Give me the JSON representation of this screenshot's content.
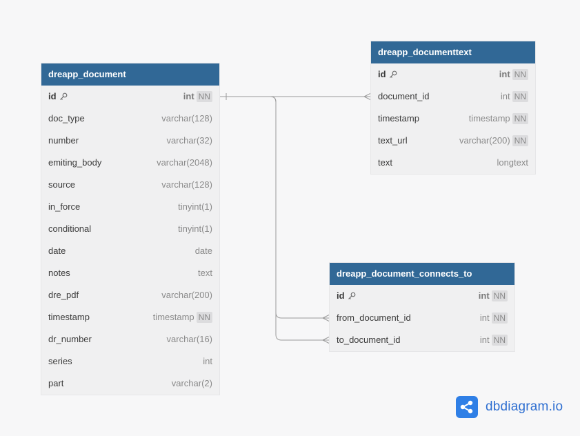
{
  "tables": [
    {
      "id": "dreapp_document",
      "title": "dreapp_document",
      "columns": [
        {
          "name": "id",
          "type": "int",
          "pk": true,
          "nn": "NN"
        },
        {
          "name": "doc_type",
          "type": "varchar(128)"
        },
        {
          "name": "number",
          "type": "varchar(32)"
        },
        {
          "name": "emiting_body",
          "type": "varchar(2048)"
        },
        {
          "name": "source",
          "type": "varchar(128)"
        },
        {
          "name": "in_force",
          "type": "tinyint(1)"
        },
        {
          "name": "conditional",
          "type": "tinyint(1)"
        },
        {
          "name": "date",
          "type": "date"
        },
        {
          "name": "notes",
          "type": "text"
        },
        {
          "name": "dre_pdf",
          "type": "varchar(200)"
        },
        {
          "name": "timestamp",
          "type": "timestamp",
          "nn": "NN"
        },
        {
          "name": "dr_number",
          "type": "varchar(16)"
        },
        {
          "name": "series",
          "type": "int"
        },
        {
          "name": "part",
          "type": "varchar(2)"
        }
      ]
    },
    {
      "id": "dreapp_documenttext",
      "title": "dreapp_documenttext",
      "columns": [
        {
          "name": "id",
          "type": "int",
          "pk": true,
          "nn": "NN"
        },
        {
          "name": "document_id",
          "type": "int",
          "nn": "NN"
        },
        {
          "name": "timestamp",
          "type": "timestamp",
          "nn": "NN"
        },
        {
          "name": "text_url",
          "type": "varchar(200)",
          "nn": "NN"
        },
        {
          "name": "text",
          "type": "longtext"
        }
      ]
    },
    {
      "id": "dreapp_document_connects_to",
      "title": "dreapp_document_connects_to",
      "columns": [
        {
          "name": "id",
          "type": "int",
          "pk": true,
          "nn": "NN"
        },
        {
          "name": "from_document_id",
          "type": "int",
          "nn": "NN"
        },
        {
          "name": "to_document_id",
          "type": "int",
          "nn": "NN"
        }
      ]
    }
  ],
  "relations": [
    {
      "from": "dreapp_document.id",
      "to": "dreapp_documenttext.document_id",
      "from_card": "one",
      "to_card": "many"
    },
    {
      "from": "dreapp_document.id",
      "to": "dreapp_document_connects_to.from_document_id",
      "from_card": "one",
      "to_card": "many"
    },
    {
      "from": "dreapp_document.id",
      "to": "dreapp_document_connects_to.to_document_id",
      "from_card": "one",
      "to_card": "many"
    }
  ],
  "colors": {
    "header": "#316896",
    "table_bg": "#f0f0f1",
    "canvas": "#f7f7f8",
    "connector": "#9a9a9a",
    "logo": "#2f7fe6"
  },
  "icons": {
    "primary_key": "key-icon",
    "logo": "share-nodes-icon"
  },
  "branding": {
    "logo_text": "dbdiagram.io"
  }
}
